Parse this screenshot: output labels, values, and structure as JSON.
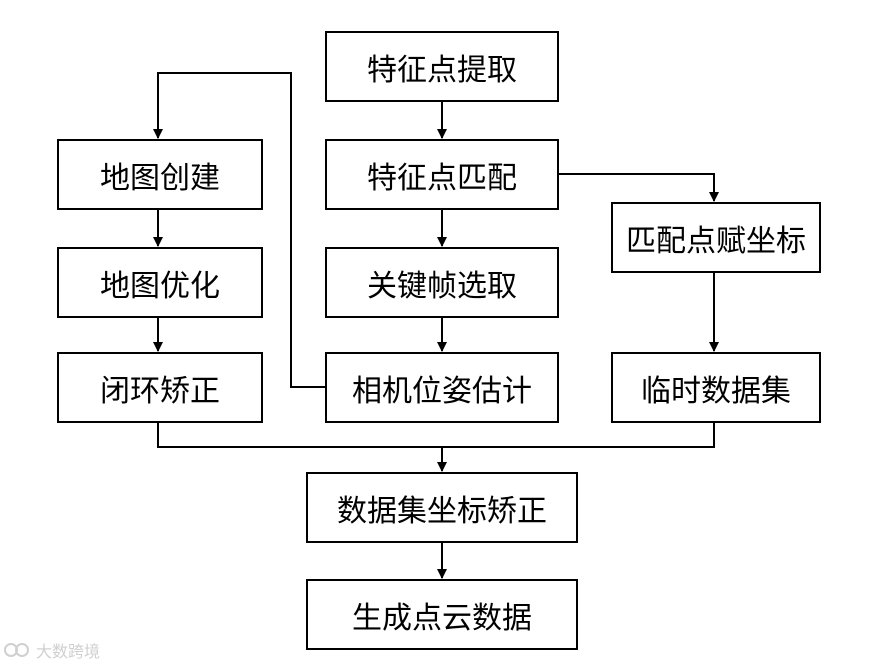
{
  "diagram": {
    "nodes": [
      {
        "id": "b1",
        "label": "特征点提取"
      },
      {
        "id": "b2",
        "label": "特征点匹配"
      },
      {
        "id": "b3",
        "label": "关键帧选取"
      },
      {
        "id": "b4",
        "label": "相机位姿估计"
      },
      {
        "id": "b5",
        "label": "地图创建"
      },
      {
        "id": "b6",
        "label": "地图优化"
      },
      {
        "id": "b7",
        "label": "闭环矫正"
      },
      {
        "id": "b8",
        "label": "匹配点赋坐标"
      },
      {
        "id": "b9",
        "label": "临时数据集"
      },
      {
        "id": "b10",
        "label": "数据集坐标矫正"
      },
      {
        "id": "b11",
        "label": "生成点云数据"
      }
    ],
    "edges": [
      {
        "from": "特征点提取",
        "to": "特征点匹配"
      },
      {
        "from": "特征点匹配",
        "to": "关键帧选取"
      },
      {
        "from": "关键帧选取",
        "to": "相机位姿估计"
      },
      {
        "from": "相机位姿估计",
        "to": "地图创建"
      },
      {
        "from": "地图创建",
        "to": "地图优化"
      },
      {
        "from": "地图优化",
        "to": "闭环矫正"
      },
      {
        "from": "特征点匹配",
        "to": "匹配点赋坐标"
      },
      {
        "from": "匹配点赋坐标",
        "to": "临时数据集"
      },
      {
        "from": "闭环矫正",
        "to": "数据集坐标矫正"
      },
      {
        "from": "临时数据集",
        "to": "数据集坐标矫正"
      },
      {
        "from": "数据集坐标矫正",
        "to": "生成点云数据"
      }
    ]
  },
  "watermark": {
    "text": "大数跨境"
  },
  "colors": {
    "line": "#000000",
    "box_border": "#000000",
    "watermark": "#c8c8c8"
  }
}
